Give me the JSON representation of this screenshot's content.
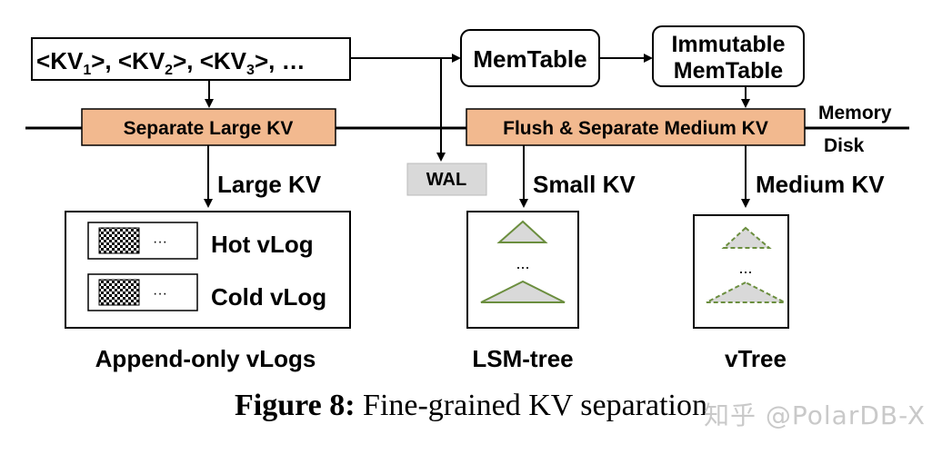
{
  "input_sequence": {
    "kv": "KV",
    "sub1": "1",
    "sub2": "2",
    "sub3": "3",
    "ellipsis": "…"
  },
  "nodes": {
    "memtable": "MemTable",
    "immutable_line1": "Immutable",
    "immutable_line2": "MemTable",
    "separate_large": "Separate Large KV",
    "flush_separate": "Flush  & Separate Medium KV",
    "wal": "WAL"
  },
  "boundary": {
    "memory": "Memory",
    "disk": "Disk"
  },
  "edges": {
    "large_kv": "Large KV",
    "small_kv": "Small KV",
    "medium_kv": "Medium KV"
  },
  "vlogs": {
    "hot": "Hot vLog",
    "cold": "Cold vLog",
    "ellipsis": "···",
    "title": "Append-only vLogs"
  },
  "lsm": {
    "title": "LSM-tree",
    "ellipsis": "..."
  },
  "vtree": {
    "title": "vTree",
    "ellipsis": "..."
  },
  "caption": {
    "label": "Figure 8:",
    "text": " Fine-grained KV separation"
  },
  "watermark": "知乎 @PolarDB-X",
  "colors": {
    "box_fill": "#f2b98f",
    "tree_stroke": "#6b8e3e",
    "tree_fill": "#d9d9d9",
    "wal_fill": "#d9d9d9"
  }
}
